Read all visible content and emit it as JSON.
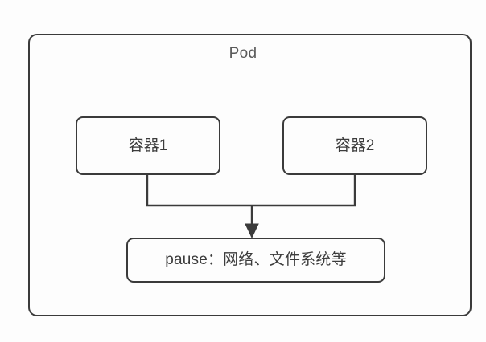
{
  "diagram": {
    "title": "Pod",
    "background_color": "#fdfdfd",
    "stroke_color": "#3b3b3b",
    "title_color": "#5a5a5a",
    "label_color": "#3c3c3c",
    "nodes": [
      {
        "id": "pod",
        "label": "Pod",
        "role": "outer-boundary"
      },
      {
        "id": "container-1",
        "label": "容器1",
        "role": "container"
      },
      {
        "id": "container-2",
        "label": "容器2",
        "role": "container"
      },
      {
        "id": "pause",
        "label": "pause：网络、文件系统等",
        "role": "infra-container"
      }
    ],
    "edges": [
      {
        "from": "container-1",
        "to": "pause",
        "arrow": "end",
        "style": "orthogonal"
      },
      {
        "from": "container-2",
        "to": "pause",
        "arrow": "end",
        "style": "orthogonal"
      }
    ]
  }
}
